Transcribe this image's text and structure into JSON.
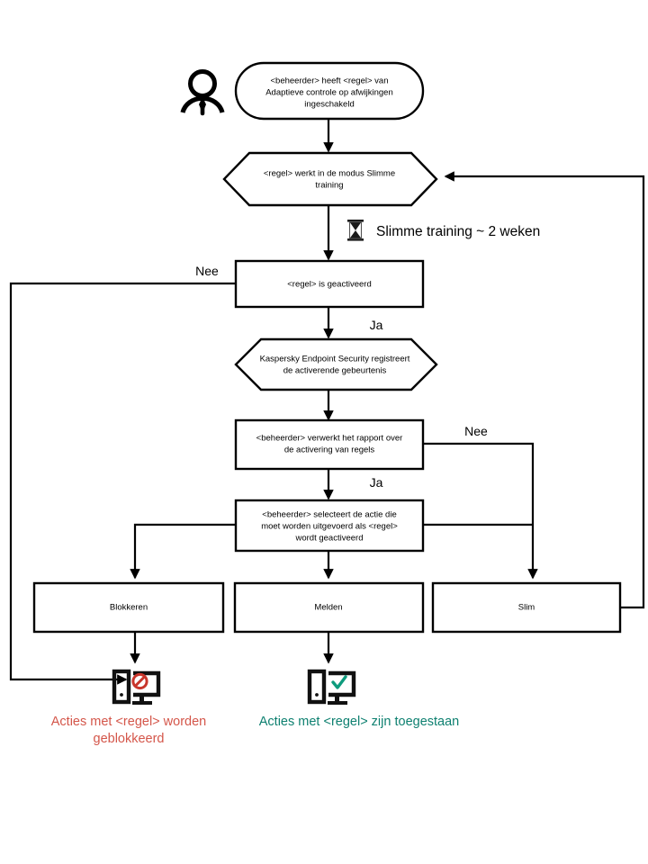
{
  "diagram": {
    "title": "Adaptieve controle op afwijkingen - Slimme training werkstroom",
    "language": "nl",
    "colors": {
      "stroke": "#000000",
      "fill": "#ffffff",
      "blocked_red": "#d4564a",
      "allowed_green": "#0e8070",
      "icon_black": "#1a1a1a"
    },
    "actor": {
      "name": "beheerder-actor",
      "label": ""
    },
    "nodes": {
      "start": {
        "id": "start",
        "shape": "rounded-rectangle",
        "text": "<beheerder> heeft <regel> van Adaptieve controle op afwijkingen ingeschakeld",
        "lines": [
          "<beheerder> heeft <regel> van",
          "Adaptieve controle op afwijkingen",
          "ingeschakeld"
        ]
      },
      "smart_training": {
        "id": "smart-training",
        "shape": "hexagon",
        "text": "<regel> werkt in de modus Slimme training",
        "lines": [
          "<regel> werkt in de modus Slimme",
          "training"
        ]
      },
      "rule_triggered": {
        "id": "rule-triggered",
        "shape": "rectangle",
        "text": "<regel> is geactiveerd",
        "lines": [
          "<regel> is geactiveerd"
        ]
      },
      "kes_registers": {
        "id": "kes-registers",
        "shape": "hexagon",
        "text": "Kaspersky Endpoint Security registreert de activerende gebeurtenis",
        "lines": [
          "Kaspersky Endpoint Security registreert",
          "de activerende gebeurtenis"
        ]
      },
      "admin_report": {
        "id": "admin-processes-report",
        "shape": "rectangle",
        "text": "<beheerder> verwerkt het rapport over de activering van regels",
        "lines": [
          "<beheerder> verwerkt het rapport over",
          "de activering van regels"
        ]
      },
      "admin_selects": {
        "id": "admin-selects-action",
        "shape": "rectangle",
        "text": "<beheerder> selecteert de actie die moet worden uitgevoerd als <regel> wordt geactiveerd",
        "lines": [
          "<beheerder> selecteert de actie die",
          "moet  worden uitgevoerd als <regel>",
          "wordt geactiveerd"
        ]
      },
      "block": {
        "id": "action-block",
        "shape": "rectangle",
        "text": "Blokkeren",
        "lines": [
          "Blokkeren"
        ]
      },
      "notify": {
        "id": "action-notify",
        "shape": "rectangle",
        "text": "Melden",
        "lines": [
          "Melden"
        ]
      },
      "smart": {
        "id": "action-smart",
        "shape": "rectangle",
        "text": "Slim",
        "lines": [
          "Slim"
        ]
      }
    },
    "notes": {
      "training_duration": "Slimme training ~ 2 weken"
    },
    "edge_labels": {
      "no_rule_triggered": "Nee",
      "yes_rule_triggered": "Ja",
      "no_report": "Nee",
      "yes_report": "Ja"
    },
    "outcomes": {
      "blocked": {
        "icon": "monitor-blocked-icon",
        "caption": "Acties met <regel> worden geblokkeerd",
        "caption_lines": [
          "Acties met <regel> worden",
          "geblokkeerd"
        ],
        "color": "#d4564a"
      },
      "allowed": {
        "icon": "monitor-allowed-icon",
        "caption": "Acties met <regel> zijn toegestaan",
        "caption_lines": [
          "Acties met <regel> zijn toegestaan"
        ],
        "color": "#0e8070"
      }
    },
    "icons": {
      "hourglass": "hourglass-icon",
      "actor": "person-actor-icon",
      "blocked_symbol": "prohibition-icon",
      "allowed_symbol": "checkmark-icon"
    }
  }
}
